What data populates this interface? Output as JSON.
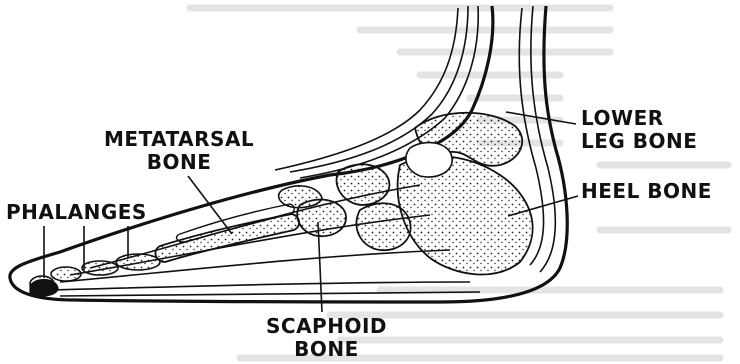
{
  "title": "",
  "labels": {
    "lower_leg_bone": [
      "LOWER",
      "LEG BONE"
    ],
    "heel_bone": [
      "HEEL BONE"
    ],
    "metatarsal_bone": [
      "METATARSAL",
      "BONE"
    ],
    "phalanges": [
      "PHALANGES"
    ],
    "scaphoid_bone": [
      "SCAPHOID",
      "BONE"
    ]
  },
  "colors": {
    "ink": "#111111",
    "paper": "#ffffff",
    "show_through": "#e4e4e4"
  }
}
